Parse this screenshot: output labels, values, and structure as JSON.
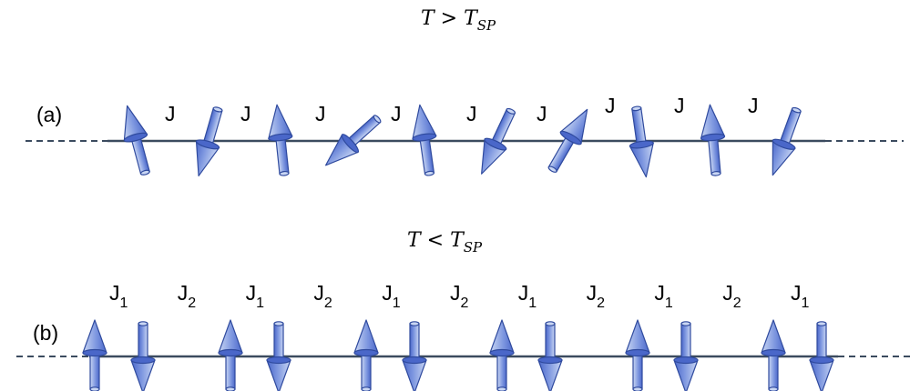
{
  "panel_a": {
    "title": {
      "base": "T > T",
      "sub": "SP"
    },
    "label": "(a)",
    "coupling_label": "J",
    "coupling_count": 9,
    "spin_tilts_deg": [
      -15,
      196,
      -6,
      228,
      -8,
      205,
      30,
      172,
      -5,
      200
    ]
  },
  "panel_b": {
    "title": {
      "base": "T < T",
      "sub": "SP"
    },
    "label": "(b)",
    "couplings": [
      {
        "base": "J",
        "sub": "1"
      },
      {
        "base": "J",
        "sub": "2"
      },
      {
        "base": "J",
        "sub": "1"
      },
      {
        "base": "J",
        "sub": "2"
      },
      {
        "base": "J",
        "sub": "1"
      },
      {
        "base": "J",
        "sub": "2"
      },
      {
        "base": "J",
        "sub": "1"
      },
      {
        "base": "J",
        "sub": "2"
      },
      {
        "base": "J",
        "sub": "1"
      },
      {
        "base": "J",
        "sub": "2"
      },
      {
        "base": "J",
        "sub": "1"
      }
    ],
    "spin_directions": [
      "up",
      "down",
      "up",
      "down",
      "up",
      "down",
      "up",
      "down",
      "up",
      "down",
      "up",
      "down"
    ]
  },
  "colors": {
    "spin_fill_light": "#c9d6f3",
    "spin_fill_dark": "#4a67c9",
    "spin_outline": "#2f4a9e",
    "chain_line": "#3b4b5f"
  }
}
